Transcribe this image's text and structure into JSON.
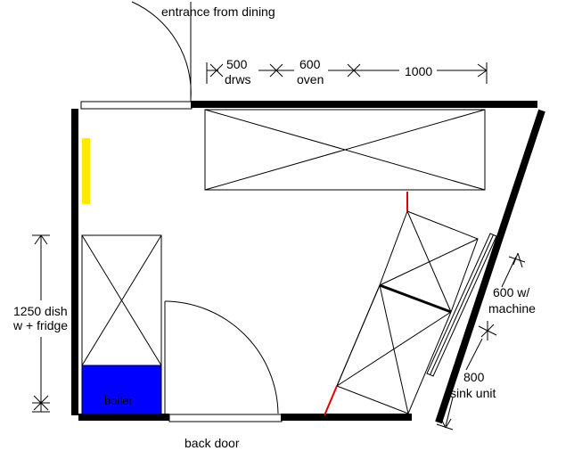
{
  "labels": {
    "entrance": "entrance from dining",
    "drws_value": "500",
    "drws_unit": "drws",
    "oven_value": "600",
    "oven_unit": "oven",
    "counter_value": "1000",
    "dish_line1": "1250 dish",
    "dish_line2": "w + fridge",
    "boiler": "boiler",
    "back_door": "back door",
    "machine_line1": "600 w/",
    "machine_line2": "machine",
    "sink_line1": "800",
    "sink_line2": "sink unit"
  },
  "colors": {
    "wall": "#000000",
    "boiler_fill": "#0000ff",
    "marker_yellow": "#ffea00",
    "marker_red": "#e00000"
  }
}
